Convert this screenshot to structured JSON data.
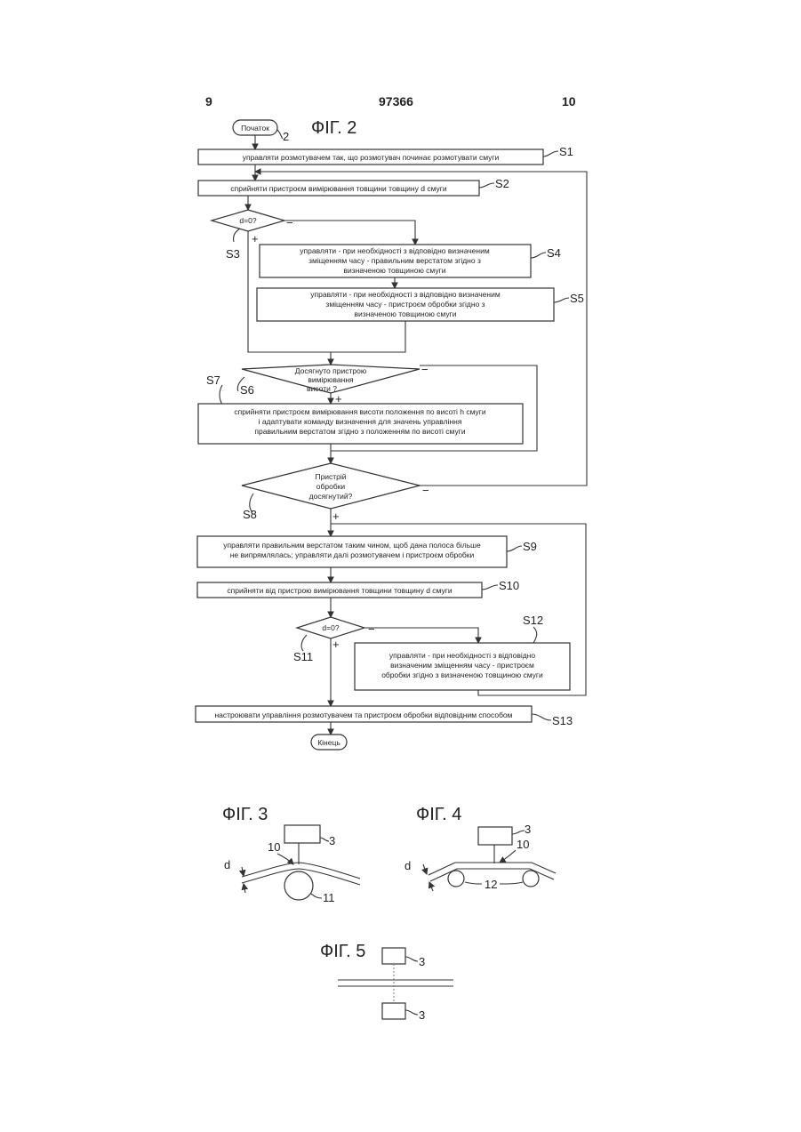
{
  "header": {
    "left": "9",
    "center": "97366",
    "right": "10"
  },
  "fig2": {
    "title": "ФІГ. 2",
    "start": "Початок",
    "start_ref": "2",
    "end": "Кінець",
    "s1": {
      "label": "S1",
      "text": "управляти розмотувачем так, що розмотувач починає розмотувати смуги"
    },
    "s2": {
      "label": "S2",
      "text": "сприйняти пристроєм вимірювання товщини товщину d смуги"
    },
    "s3": {
      "label": "S3",
      "text": "d=0?",
      "no": "−",
      "yes": "+"
    },
    "s4": {
      "label": "S4",
      "lines": [
        "управляти - при необхідності з відповідно визначеним",
        "зміщенням часу - правильним верстатом згідно  з",
        "визначеною товщиною смуги"
      ]
    },
    "s5": {
      "label": "S5",
      "lines": [
        "управляти - при необхідності з відповідно визначеним",
        "зміщенням часу - пристроєм обробки згідно  з",
        "визначеною товщиною смуги"
      ]
    },
    "s6": {
      "label": "S6",
      "lines": [
        "Досягнуто пристрою",
        "вимірювання",
        "висоти ?"
      ],
      "no": "−",
      "yes": "+"
    },
    "s7": {
      "label": "S7",
      "lines": [
        "сприйняти пристроєм вимірювання висоти положення по висоті h смуги",
        "і адаптувати команду визначення для значень управління",
        "правильним верстатом згідно з положенням по висоті смуги"
      ]
    },
    "s8": {
      "label": "S8",
      "lines": [
        "Пристрій",
        "обробки",
        "досягнутий?"
      ],
      "no": "−",
      "yes": "+"
    },
    "s9": {
      "label": "S9",
      "lines": [
        "управляти правильним верстатом таким чином, щоб дана полоса більше",
        "не випрямлялась; управляти далі розмотувачем і пристроєм обробки"
      ]
    },
    "s10": {
      "label": "S10",
      "text": "сприйняти від пристрою вимірювання товщини товщину d смуги"
    },
    "s11": {
      "label": "S11",
      "text": "d=0?",
      "no": "−",
      "yes": "+"
    },
    "s12": {
      "label": "S12",
      "lines": [
        "управляти - при необхідності з відповідно",
        "визначеним зміщенням часу - пристроєм",
        "обробки згідно з визначеною товщиною смуги"
      ]
    },
    "s13": {
      "label": "S13",
      "text": "настроювати управління розмотувачем та пристроєм обробки відповідним способом"
    }
  },
  "fig3": {
    "title": "ФІГ. 3",
    "ref_sensor": "3",
    "ref_beam": "10",
    "ref_roll": "11",
    "ref_d": "d"
  },
  "fig4": {
    "title": "ФІГ. 4",
    "ref_sensor": "3",
    "ref_beam": "10",
    "ref_rolls": "12",
    "ref_d": "d"
  },
  "fig5": {
    "title": "ФІГ. 5",
    "ref_top": "3",
    "ref_bottom": "3"
  }
}
